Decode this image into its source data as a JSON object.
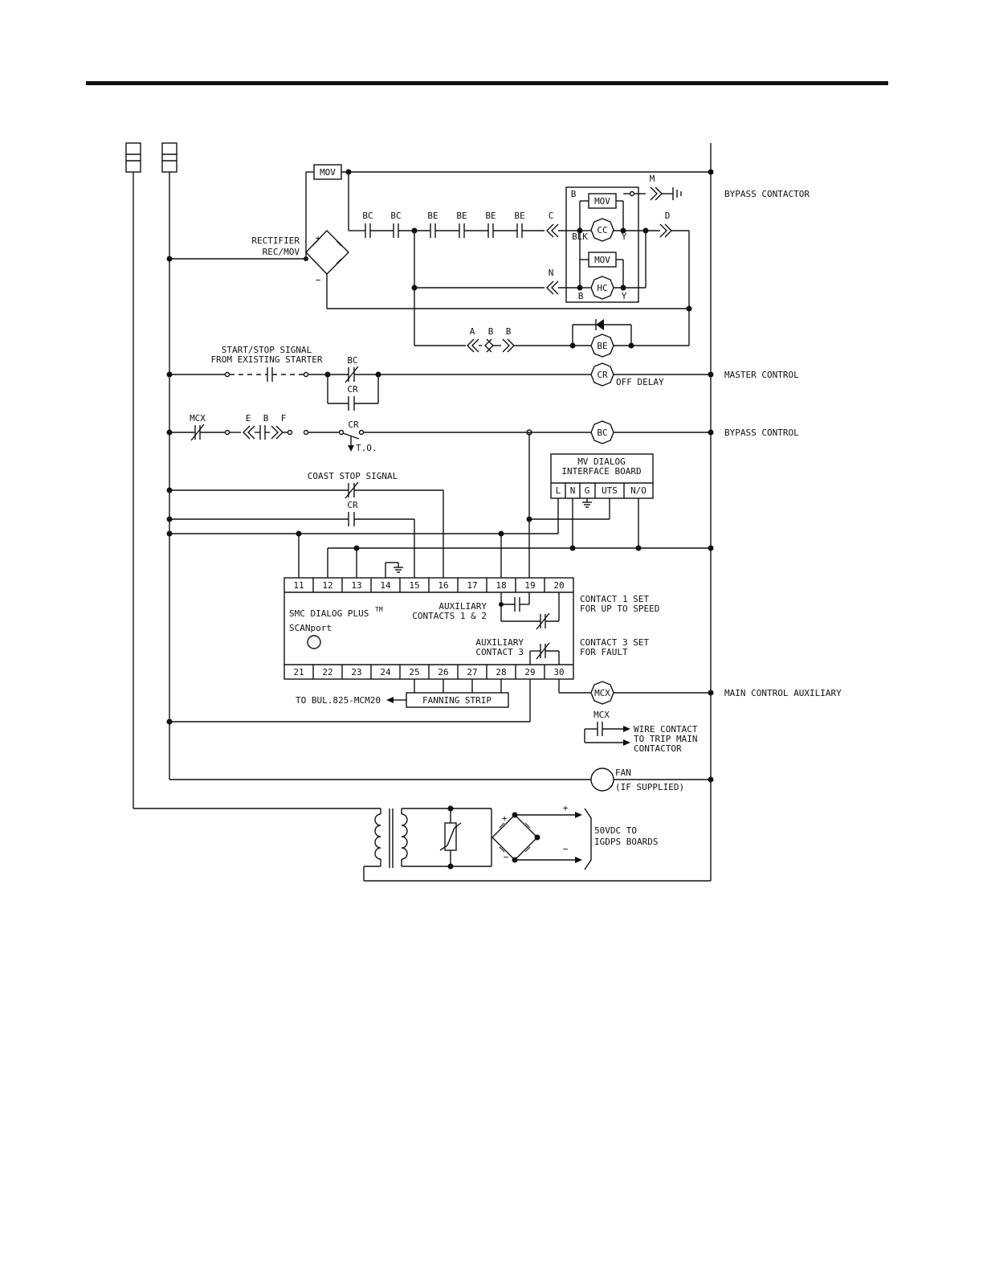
{
  "rung_labels": {
    "bypass_contactor": "BYPASS CONTACTOR",
    "master_control": "MASTER CONTROL",
    "bypass_control": "BYPASS CONTROL",
    "main_control_auxiliary": "MAIN CONTROL AUXILIARY"
  },
  "components": {
    "mov": "MOV",
    "rectifier_line1": "RECTIFIER",
    "rectifier_line2": "REC/MOV",
    "plus": "+",
    "minus": "−",
    "bc": "BC",
    "be": "BE",
    "c": "C",
    "d": "D",
    "m": "M",
    "n": "N",
    "a": "A",
    "b": "B",
    "e": "E",
    "f": "F",
    "blk": "BLK",
    "y": "Y",
    "cc": "CC",
    "hc": "HC",
    "cr": "CR",
    "mcx": "MCX",
    "off_delay": "OFF DELAY",
    "to": "T.O.",
    "start_stop_line1": "START/STOP SIGNAL",
    "start_stop_line2": "FROM EXISTING STARTER",
    "coast_stop": "COAST STOP SIGNAL"
  },
  "interface_board": {
    "title_line1": "MV DIALOG",
    "title_line2": "INTERFACE BOARD",
    "terminals": [
      "L",
      "N",
      "G",
      "UTS",
      "N/O"
    ]
  },
  "smc": {
    "name": "SMC DIALOG PLUS",
    "tm": "TM",
    "scanport": "SCANport",
    "aux12_line1": "AUXILIARY",
    "aux12_line2": "CONTACTS 1 & 2",
    "aux3_line1": "AUXILIARY",
    "aux3_line2": "CONTACT 3",
    "top_terminals": [
      "11",
      "12",
      "13",
      "14",
      "15",
      "16",
      "17",
      "18",
      "19",
      "20"
    ],
    "bottom_terminals": [
      "21",
      "22",
      "23",
      "24",
      "25",
      "26",
      "27",
      "28",
      "29",
      "30"
    ]
  },
  "notes": {
    "contact1_line1": "CONTACT 1 SET",
    "contact1_line2": "FOR UP TO SPEED",
    "contact3_line1": "CONTACT 3 SET",
    "contact3_line2": "FOR FAULT",
    "fanning_strip": "FANNING STRIP",
    "to_bul": "TO BUL.825-MCM20",
    "wire_line1": "WIRE CONTACT",
    "wire_line2": "TO TRIP MAIN",
    "wire_line3": "CONTACTOR",
    "fan": "FAN",
    "if_supplied": "(IF SUPPLIED)",
    "dc_line1": "50VDC TO",
    "dc_line2": "IGDPS BOARDS"
  }
}
